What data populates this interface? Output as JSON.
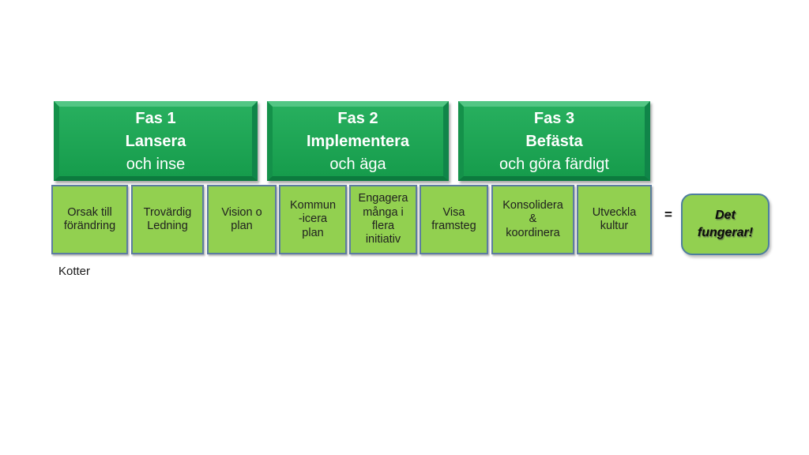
{
  "slide": {
    "attribution": "Kotter",
    "equals_sign": "=",
    "phases": [
      {
        "line1": "Fas 1",
        "line2": "Lansera",
        "line3": "och inse"
      },
      {
        "line1": "Fas 2",
        "line2": "Implementera",
        "line3": "och äga"
      },
      {
        "line1": "Fas 3",
        "line2": "Befästa",
        "line3": "och göra färdigt"
      }
    ],
    "steps": [
      {
        "label": "Orsak till\nförändring"
      },
      {
        "label": "Trovärdig\nLedning"
      },
      {
        "label": "Vision o\nplan"
      },
      {
        "label": "Kommun\n-icera\nplan"
      },
      {
        "label": "Engagera\nmånga i\nflera\ninitiativ"
      },
      {
        "label": "Visa\nframsteg"
      },
      {
        "label": "Konsolidera\n&\nkoordinera"
      },
      {
        "label": "Utveckla\nkultur"
      }
    ],
    "result": {
      "label": "Det\nfungerar!"
    },
    "colors": {
      "canvas_bg": "#FFFFFF",
      "phase_fill_top": "#27AF5E",
      "phase_fill_bottom": "#169C4C",
      "phase_bevel_top": "#53C684",
      "phase_bevel_left": "#14914A",
      "phase_bevel_right": "#108549",
      "phase_bevel_bottom": "#0C7B3E",
      "phase_text": "#FFFFFF",
      "step_fill": "#92D050",
      "step_border": "#5C7CA0",
      "step_text": "#1F1F1F",
      "result_fill": "#92D050",
      "result_border": "#4E7E9E"
    }
  }
}
